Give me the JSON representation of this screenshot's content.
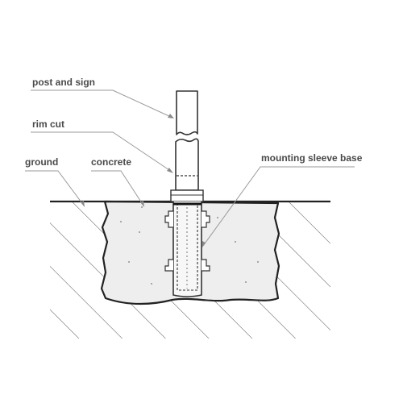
{
  "labels": {
    "post_and_sign": "post and sign",
    "rim_cut": "rim cut",
    "ground": "ground",
    "concrete": "concrete",
    "mounting_sleeve_base": "mounting sleeve base"
  },
  "colors": {
    "line": "#333333",
    "leader": "#9a9a9a",
    "concrete_fill": "#eeeeee",
    "text": "#4a4a4a"
  }
}
